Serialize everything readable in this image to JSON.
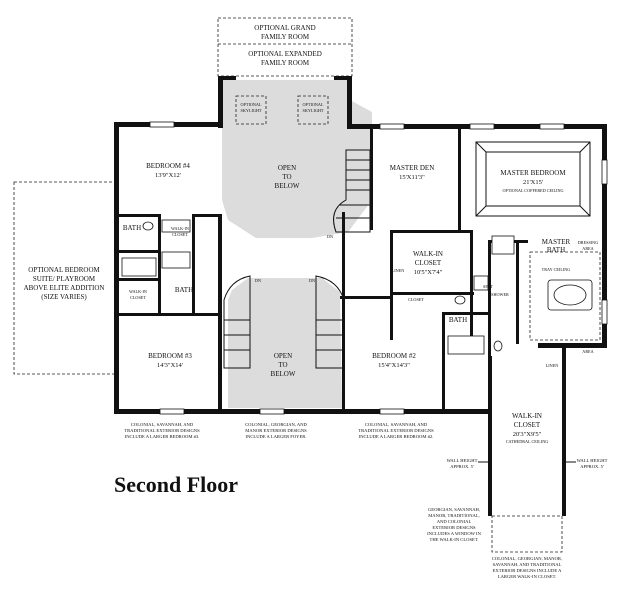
{
  "title": "Second Floor",
  "optional": {
    "grand_family": [
      "OPTIONAL GRAND",
      "FAMILY ROOM"
    ],
    "expanded_family": [
      "OPTIONAL EXPANDED",
      "FAMILY ROOM"
    ],
    "skylight_left": [
      "OPTIONAL",
      "SKYLIGHT"
    ],
    "skylight_right": [
      "OPTIONAL",
      "SKYLIGHT"
    ],
    "bedroom_suite": [
      "OPTIONAL BEDROOM",
      "SUITE/ PLAYROOM",
      "ABOVE ELITE ADDITION",
      "(SIZE VARIES)"
    ]
  },
  "rooms": {
    "bedroom4": {
      "name": "BEDROOM #4",
      "dim": "13'9\"X12'"
    },
    "open_top": [
      "OPEN",
      "TO",
      "BELOW"
    ],
    "open_center": [
      "OPEN",
      "TO",
      "BELOW"
    ],
    "master_den": {
      "name": "MASTER DEN",
      "dim": "15'X11'3\""
    },
    "master_bedroom": {
      "name": "MASTER BEDROOM",
      "dim": "21'X15'",
      "note": "OPTIONAL COFFERED CEILING"
    },
    "bath_left_top": "BATH",
    "walkin_left_top": [
      "WALK-IN",
      "CLOSET"
    ],
    "walkin_left_bottom": [
      "WALK-IN",
      "CLOSET"
    ],
    "bath_left_bottom": "BATH",
    "walkin_center": {
      "name": [
        "WALK-IN",
        "CLOSET"
      ],
      "dim": "10'5\"X7'4\""
    },
    "linen_center": "LINEN",
    "closet_center": "CLOSET",
    "seat_shower": [
      "SEAT",
      "SHOWER"
    ],
    "master_bath": {
      "name": [
        "MASTER",
        "BATH"
      ],
      "note": "TRAY CEILING"
    },
    "dressing_top": [
      "DRESSING",
      "AREA"
    ],
    "dressing_bottom": [
      "DRESSING",
      "AREA"
    ],
    "bedroom3": {
      "name": "BEDROOM #3",
      "dim": "14'3\"X14'"
    },
    "bedroom2": {
      "name": "BEDROOM #2",
      "dim": "15'4\"X14'3\""
    },
    "bath_right": "BATH",
    "linen_right": "LINEN",
    "walkin_master": {
      "name": [
        "WALK-IN",
        "CLOSET"
      ],
      "dim": "20'3\"X9'5\"",
      "note": "CATHEDRAL CEILING"
    },
    "dn_1": "DN",
    "dn_2": "DN",
    "dn_3": "DN"
  },
  "notes": {
    "left": [
      "COLONIAL, SAVANNAH, AND",
      "TRADITIONAL EXTERIOR DESIGNS",
      "INCLUDE A LARGER BEDROOM #3."
    ],
    "center": [
      "COLONIAL, GEORGIAN, AND",
      "MANOR EXTERIOR DESIGNS",
      "INCLUDE A LARGER FOYER."
    ],
    "right": [
      "COLONIAL, SAVANNAH, AND",
      "TRADITIONAL EXTERIOR DESIGNS",
      "INCLUDE A LARGER BEDROOM #2."
    ],
    "wall_left": [
      "WALL HEIGHT",
      "APPROX. 5'"
    ],
    "wall_right": [
      "WALL HEIGHT",
      "APPROX. 5'"
    ],
    "georgian": [
      "GEORGIAN, SAVANNAH,",
      "MANOR, TRADITIONAL,",
      "AND COLONIAL",
      "EXTERIOR DESIGNS",
      "INCLUDES A WINDOW IN",
      "THE WALK-IN CLOSET."
    ],
    "colonial_bottom": [
      "COLONIAL, GEORGIAN, MANOR,",
      "SAVANNAH, AND TRADITIONAL",
      "EXTERIOR DESIGNS INCLUDE A",
      "LARGER WALK-IN CLOSET."
    ]
  }
}
